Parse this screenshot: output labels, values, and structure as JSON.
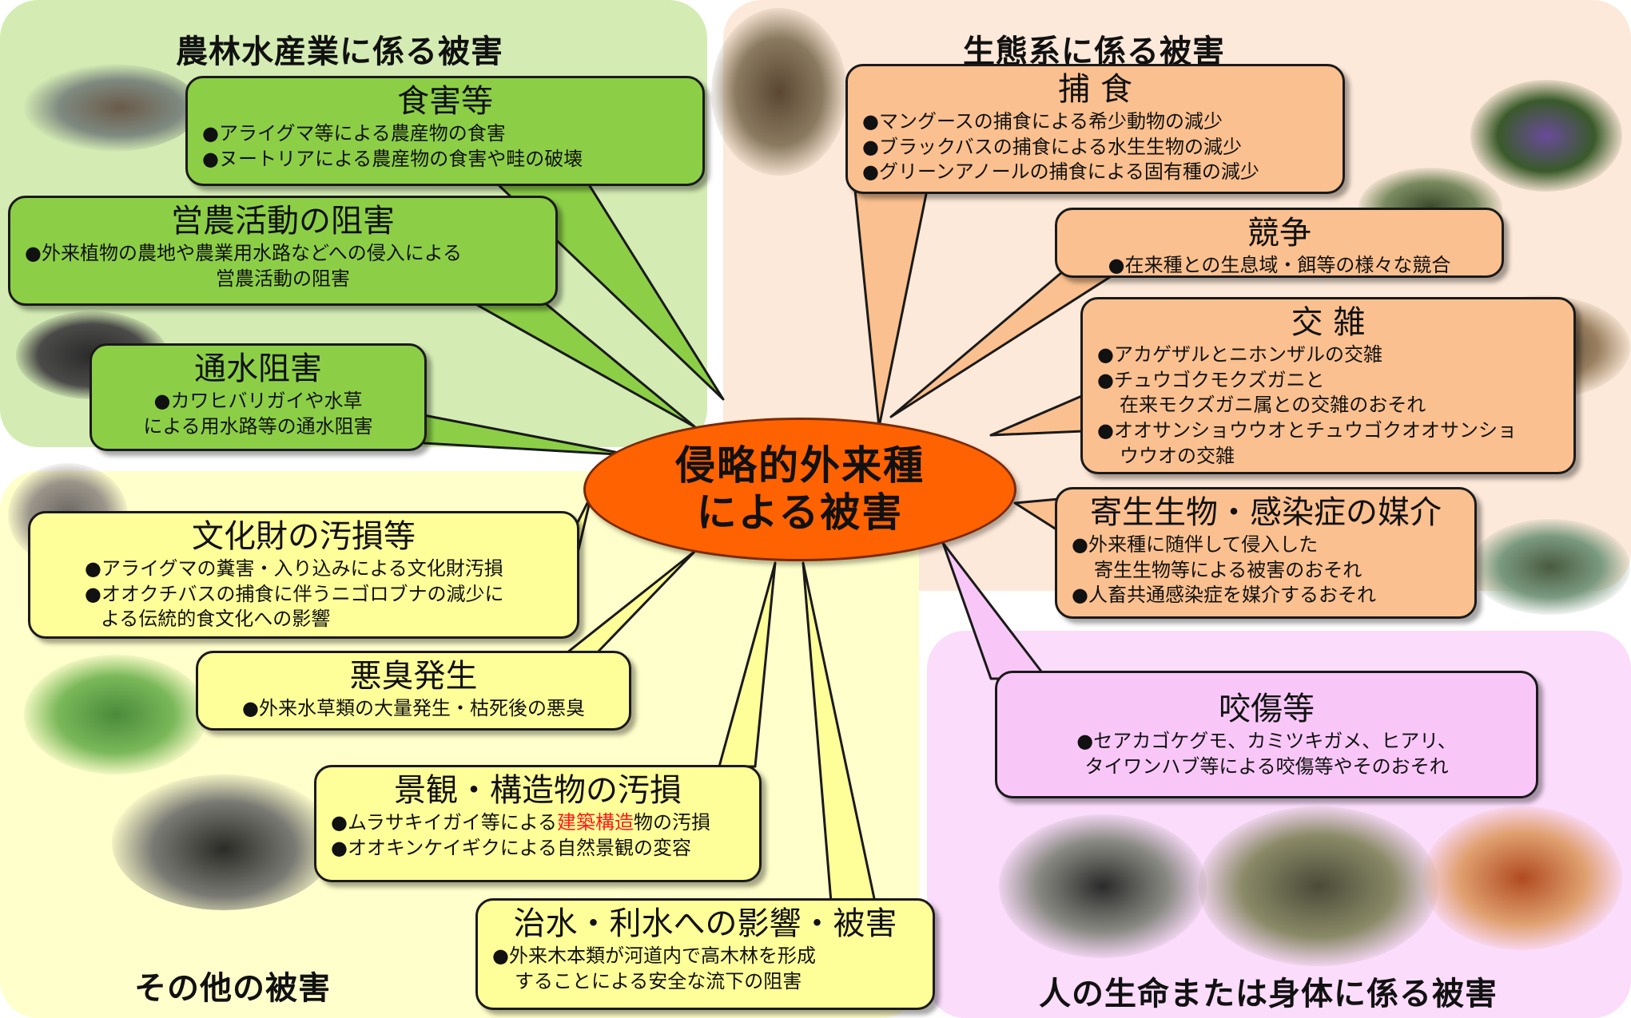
{
  "center": {
    "line1": "侵略的外来種",
    "line2": "による被害"
  },
  "zones": {
    "agriculture": "農林水産業に係る被害",
    "ecosystem": "生態系に係る被害",
    "other": "その他の被害",
    "human": "人の生命または身体に係る被害"
  },
  "agriculture": {
    "feeding": {
      "title": "食害等",
      "items": [
        "●アライグマ等による農産物の食害",
        "●ヌートリアによる農産物の食害や畦の破壊"
      ]
    },
    "farming": {
      "title": "営農活動の阻害",
      "items": [
        "●外来植物の農地や農業用水路などへの侵入による",
        "営農活動の阻害"
      ]
    },
    "water": {
      "title": "通水阻害",
      "items": [
        "●カワヒバリガイや水草",
        "による用水路等の通水阻害"
      ]
    }
  },
  "ecosystem": {
    "predation": {
      "title": "捕 食",
      "items": [
        "●マングースの捕食による希少動物の減少",
        "●ブラックバスの捕食による水生生物の減少",
        "●グリーンアノールの捕食による固有種の減少"
      ]
    },
    "competition": {
      "title": "競争",
      "items": [
        "●在来種との生息域・餌等の様々な競合"
      ]
    },
    "hybrid": {
      "title": "交 雑",
      "items": [
        "●アカゲザルとニホンザルの交雑",
        "●チュウゴクモクズガニと",
        "在来モクズガニ属との交雑のおそれ",
        "●オオサンショウウオとチュウゴクオオサンショ",
        "ウウオの交雑"
      ]
    },
    "parasite": {
      "title": "寄生生物・感染症の媒介",
      "items": [
        "●外来種に随伴して侵入した",
        "寄生生物等による被害のおそれ",
        "●人畜共通感染症を媒介するおそれ"
      ]
    }
  },
  "human": {
    "bite": {
      "title": "咬傷等",
      "items": [
        "●セアカゴケグモ、カミツキガメ、ヒアリ、",
        "タイワンハブ等による咬傷等やそのおそれ"
      ]
    }
  },
  "other": {
    "cultural": {
      "title": "文化財の汚損等",
      "items": [
        "●アライグマの糞害・入り込みによる文化財汚損",
        "●オオクチバスの捕食に伴うニゴロブナの減少に",
        "よる伝統的食文化への影響"
      ]
    },
    "odor": {
      "title": "悪臭発生",
      "items": [
        "●外来水草類の大量発生・枯死後の悪臭"
      ]
    },
    "landscape": {
      "title": "景観・構造物の汚損",
      "item1_a": "●ムラサキイガイ等による",
      "item1_red": "建築構造",
      "item1_b": "物の汚損",
      "item2": "●オオキンケイギクによる自然景観の変容"
    },
    "flood": {
      "title": "治水・利水への影響・被害",
      "items": [
        "●外来木本類が河道内で高木林を形成",
        "することによる安全な流下の阻害"
      ]
    }
  },
  "colors": {
    "agriculture_zone": "#d4ecb4",
    "ecosystem_zone": "#fde9d9",
    "other_zone": "#ffffcc",
    "human_zone": "#fbdcfb",
    "green_box": "#8ccf47",
    "orange_box": "#fbc08f",
    "yellow_box": "#ffff99",
    "pink_box": "#f8c7f8",
    "center_fill": "#ff6200",
    "highlight_text": "#ff1a1a"
  },
  "icons": [
    "nutria-photo",
    "seeds-photo",
    "mussel-photo",
    "mongoose-photo",
    "bumblebee-photo",
    "turtle-photo",
    "crab-photo",
    "tick-photo",
    "raccoon-photo",
    "water-lettuce-photo",
    "shore-mussels-photo",
    "redback-spider-photo",
    "snapping-turtle-photo",
    "fire-ant-photo"
  ]
}
